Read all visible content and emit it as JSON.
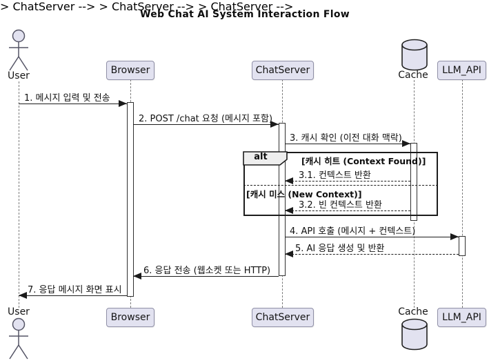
{
  "title": "Web Chat AI System Interaction Flow",
  "participants": {
    "user": "User",
    "browser": "Browser",
    "chatserver": "ChatServer",
    "cache": "Cache",
    "llm_api": "LLM_API"
  },
  "messages": [
    {
      "id": "1",
      "label": "1. 메시지 입력 및 전송"
    },
    {
      "id": "2",
      "label": "2. POST /chat 요청 (메시지 포함)"
    },
    {
      "id": "3",
      "label": "3. 캐시 확인 (이전 대화 맥락)"
    },
    {
      "id": "3.1",
      "label": "3.1. 컨텍스트 반환"
    },
    {
      "id": "3.2",
      "label": "3.2. 빈 컨텍스트 반환"
    },
    {
      "id": "4",
      "label": "4. API 호출 (메시지 + 컨텍스트)"
    },
    {
      "id": "5",
      "label": "5. AI 응답 생성 및 반환"
    },
    {
      "id": "6",
      "label": "6. 응답 전송 (웹소켓 또는 HTTP)"
    },
    {
      "id": "7",
      "label": "7. 응답 메시지 화면 표시"
    }
  ],
  "alt": {
    "operator": "alt",
    "guard_hit": "[캐시 히트 (Context Found)]",
    "guard_miss": "[캐시 미스 (New Context)]"
  },
  "colors": {
    "participant_fill": "#E2E2F0",
    "participant_border": "#8f8fa6",
    "line": "#1b1b1b",
    "lifeline": "#7b7b7b",
    "background": "#ffffff"
  }
}
